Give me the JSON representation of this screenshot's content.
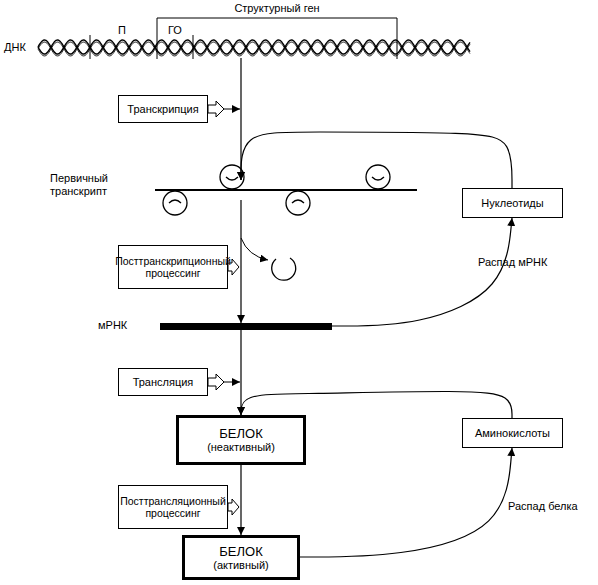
{
  "diagram": {
    "nodes": [
      {
        "text": [
          "ДНК"
        ]
      },
      {
        "text": [
          "Транскрипция"
        ]
      },
      {
        "text": [
          "Первичный транскрипт"
        ]
      },
      {
        "text": [
          "Нуклеотиды"
        ]
      },
      {
        "text": [
          "Посттранскрипционный процессинг"
        ]
      },
      {
        "text": [
          "мРНК"
        ]
      },
      {
        "text": [
          "Трансляция"
        ]
      },
      {
        "text": [
          "БЕЛОК",
          "(неактивный)"
        ]
      },
      {
        "text": [
          "Аминокислоты"
        ]
      },
      {
        "text": [
          "Посттрансляционный процессинг"
        ]
      },
      {
        "text": [
          "БЕЛОК",
          "(активный)"
        ]
      }
    ],
    "edges": [
      {
        "from": 0,
        "to": 2,
        "arrow": "to"
      },
      {
        "from": 2,
        "to": 5,
        "arrow": "to"
      },
      {
        "from": 5,
        "to": 3,
        "label": "Распад мРНК",
        "arrow": "to"
      },
      {
        "from": 3,
        "to": 2,
        "arrow": "to"
      },
      {
        "from": 5,
        "to": 7,
        "arrow": "to"
      },
      {
        "from": 7,
        "to": 10,
        "arrow": "to"
      },
      {
        "from": 10,
        "to": 8,
        "label": "Распад белка",
        "arrow": "to"
      },
      {
        "from": 8,
        "to": 7,
        "arrow": "to"
      }
    ],
    "labels": [
      "Структурный ген",
      "П",
      "ГО"
    ]
  }
}
